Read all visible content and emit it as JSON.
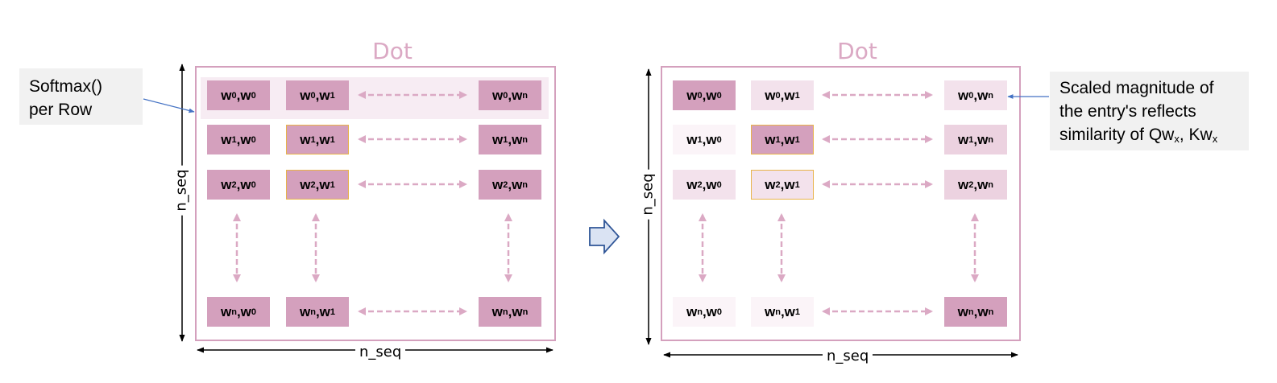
{
  "panels": [
    {
      "title": "Dot",
      "cells": [
        [
          "w0,w0",
          "w0,w1",
          "w0,wn"
        ],
        [
          "w1,w0",
          "w1,w1",
          "w1,wn"
        ],
        [
          "w2,w0",
          "w2,w1",
          "w2,wn"
        ],
        [
          "wn,w0",
          "wn,w1",
          "wn,wn"
        ]
      ],
      "cell_colors": [
        [
          "#d4a0bd",
          "#d4a0bd",
          "#d4a0bd"
        ],
        [
          "#d4a0bd",
          "#d4a0bd",
          "#d4a0bd"
        ],
        [
          "#d4a0bd",
          "#d4a0bd",
          "#d4a0bd"
        ],
        [
          "#d4a0bd",
          "#d4a0bd",
          "#d4a0bd"
        ]
      ],
      "gold_outlined": [
        "w1,w1",
        "w2,w1"
      ],
      "x_axis_label": "n_seq",
      "y_axis_label": "n_seq"
    },
    {
      "title": "Dot",
      "cells": [
        [
          "w0,w0",
          "w0,w1",
          "w0,wn"
        ],
        [
          "w1,w0",
          "w1,w1",
          "w1,wn"
        ],
        [
          "w2,w0",
          "w2,w1",
          "w2,wn"
        ],
        [
          "wn,w0",
          "wn,w1",
          "wn,wn"
        ]
      ],
      "cell_colors": [
        [
          "#d4a0bd",
          "#f3e2ec",
          "#f3e2ec"
        ],
        [
          "#fbf4f8",
          "#d4a0bd",
          "#ecd2e0"
        ],
        [
          "#f3e2ec",
          "#f3e2ec",
          "#ecd2e0"
        ],
        [
          "#fbf4f8",
          "#fbf4f8",
          "#d4a0bd"
        ]
      ],
      "gold_outlined": [
        "w1,w1",
        "w2,w1"
      ],
      "x_axis_label": "n_seq",
      "y_axis_label": "n_seq"
    }
  ],
  "callouts": {
    "softmax": [
      "Softmax()",
      "per Row"
    ],
    "scaled": [
      "Scaled magnitude of",
      "the entry's reflects",
      "similarity of Qw",
      "x",
      ", Kw",
      "x"
    ]
  },
  "colors": {
    "cell": "#d4a0bd",
    "arrow_dashed": "#dba9c4",
    "callout_line": "#4472c4",
    "transition_arrow_fill": "#dae3f3",
    "transition_arrow_stroke": "#2f5597"
  }
}
